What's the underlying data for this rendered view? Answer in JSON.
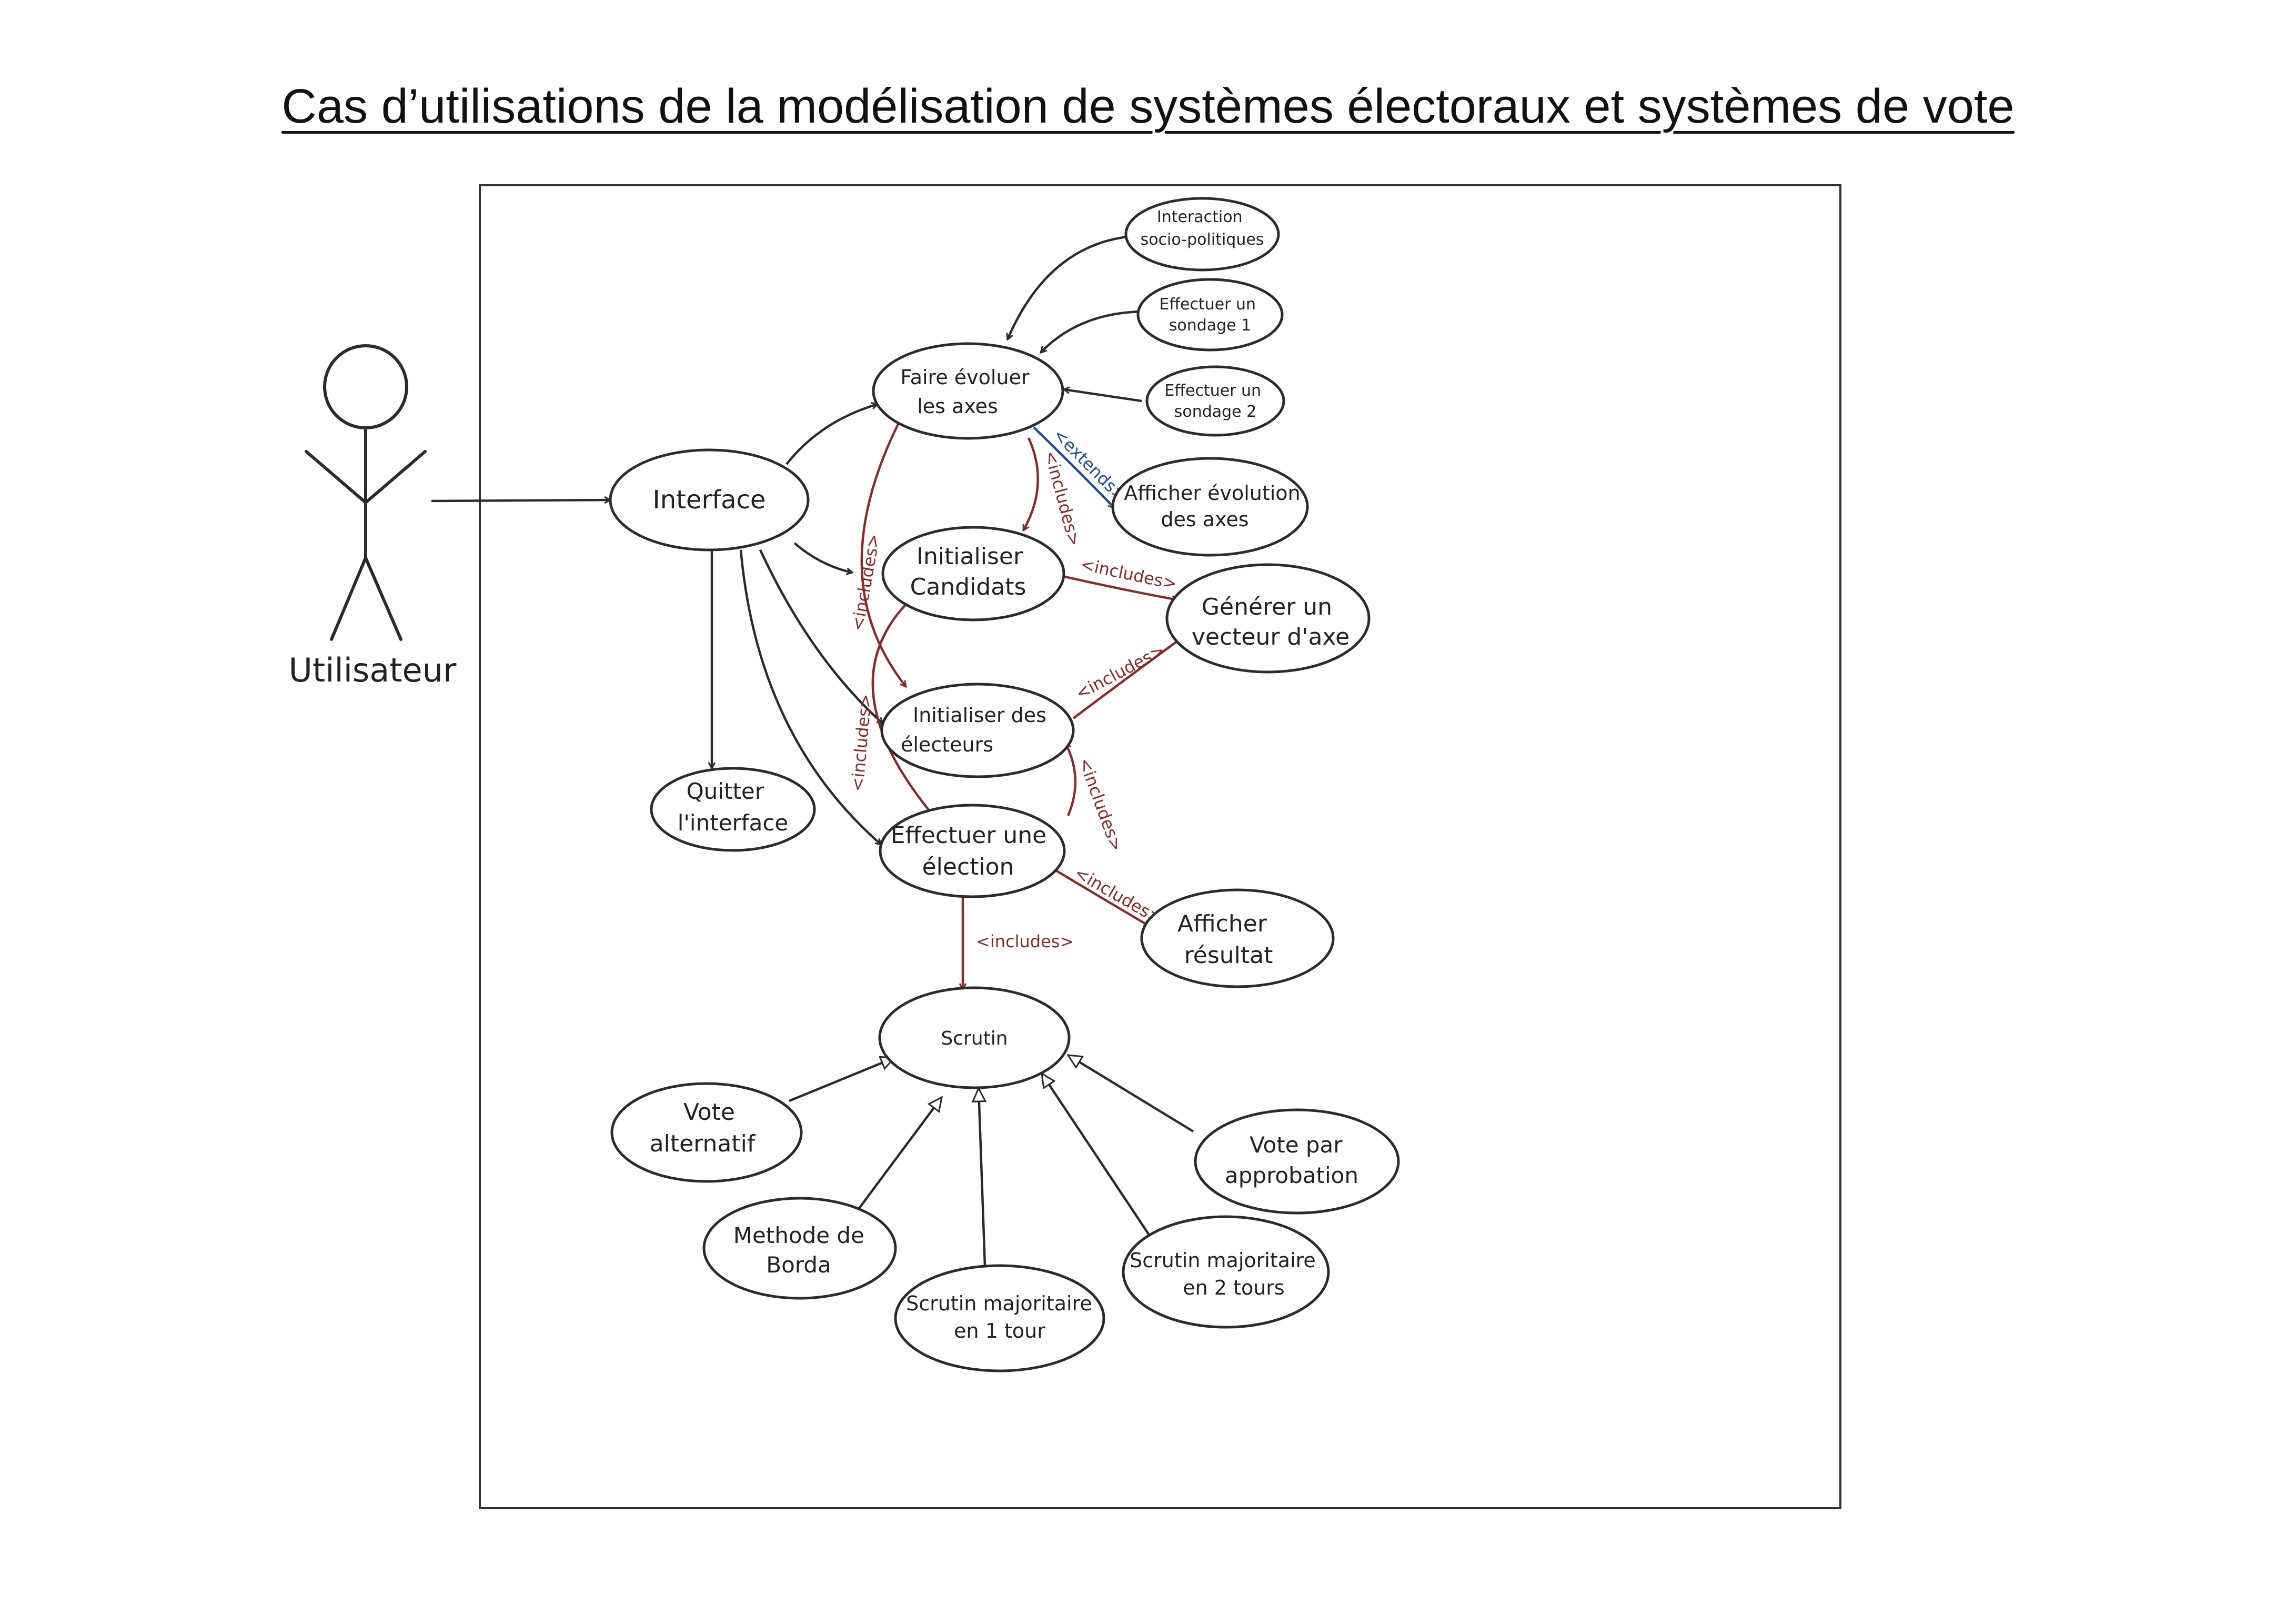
{
  "title": "Cas d’utilisations de la modélisation de systèmes électoraux et systèmes de vote",
  "actor": {
    "label": "Utilisateur"
  },
  "colors": {
    "include": "#8b2a2a",
    "extend": "#1f4e96",
    "association": "#2b2b2b"
  },
  "use_cases": {
    "interaction": [
      "Interaction",
      "socio-politiques"
    ],
    "sondage1": [
      "Effectuer un",
      "sondage 1"
    ],
    "sondage2": [
      "Effectuer un",
      "sondage 2"
    ],
    "faire_evoluer": [
      "Faire évoluer",
      "les axes"
    ],
    "afficher_evolution": [
      "Afficher évolution",
      "des axes"
    ],
    "interface": [
      "Interface"
    ],
    "init_candidats": [
      "Initialiser",
      "Candidats"
    ],
    "generer": [
      "Générer un",
      "vecteur d'axe"
    ],
    "init_electeurs": [
      "Initialiser des",
      "électeurs"
    ],
    "quitter": [
      "Quitter",
      "l'interface"
    ],
    "effectuer_election": [
      "Effectuer une",
      "élection"
    ],
    "afficher_resultat": [
      "Afficher",
      "résultat"
    ],
    "scrutin": [
      "Scrutin"
    ],
    "vote_alternatif": [
      "Vote",
      "alternatif"
    ],
    "vote_approbation": [
      "Vote par",
      "approbation"
    ],
    "borda": [
      "Methode de",
      "Borda"
    ],
    "majoritaire1": [
      "Scrutin majoritaire",
      "en 1 tour"
    ],
    "majoritaire2": [
      "Scrutin majoritaire",
      "en 2 tours"
    ]
  },
  "relations": {
    "includes": "<includes>",
    "extends": "<extends>"
  }
}
